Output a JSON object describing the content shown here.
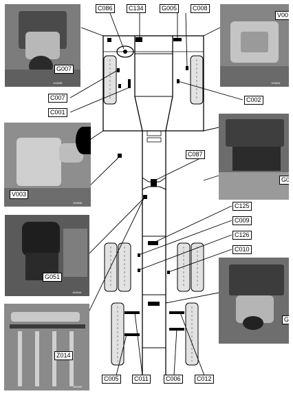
{
  "connectors_top": [
    "C086",
    "C134",
    "G005",
    "C008"
  ],
  "connectors_left": [
    "C007",
    "C001"
  ],
  "connector_right_c002": "C002",
  "connector_c087": "C087",
  "connectors_mid_right": [
    "C125",
    "C009",
    "C126",
    "C010"
  ],
  "connectors_bottom": [
    "C005",
    "C011",
    "C006",
    "C012"
  ],
  "photos": [
    {
      "label": "G007",
      "id": "103535"
    },
    {
      "label": "V00",
      "id": "103534"
    },
    {
      "label": "V003",
      "id": "103536"
    },
    {
      "label": "G0",
      "id": ""
    },
    {
      "label": "G051",
      "id": "164544"
    },
    {
      "label": "G",
      "id": ""
    },
    {
      "label": "Z014",
      "id": "164499"
    }
  ]
}
